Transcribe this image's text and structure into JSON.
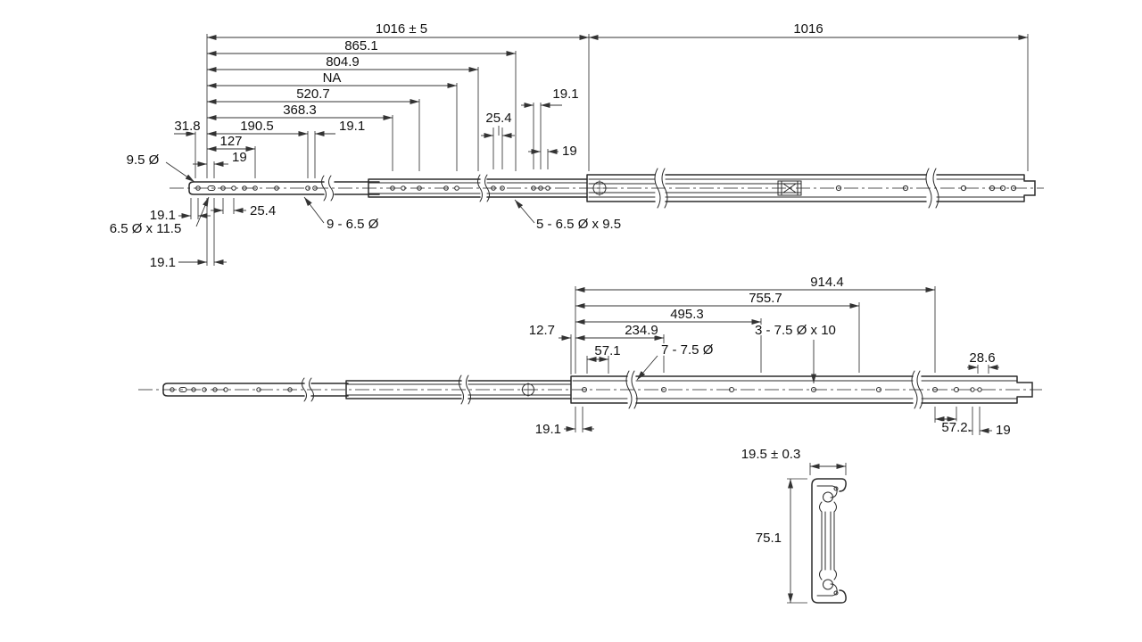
{
  "top": {
    "d1016_tol": "1016 ± 5",
    "d1016": "1016",
    "d865_1": "865.1",
    "d804_9": "804.9",
    "d_na": "NA",
    "d520_7": "520.7",
    "d368_3": "368.3",
    "d190_5": "190.5",
    "d31_8": "31.8",
    "d127": "127",
    "d19": "19",
    "d19_1_top": "19.1",
    "d9_5_dia": "9.5 Ø",
    "d25_4_group": "25.4",
    "d19_1_group": "19.1",
    "d19_group": "19",
    "d19_1_end": "19.1",
    "d25_4_end": "25.4",
    "d_slot": "6.5 Ø x 11.5",
    "d19_1_slot": "19.1",
    "n_holes_9": "9 - 6.5 Ø",
    "n_holes_5": "5 - 6.5 Ø x 9.5"
  },
  "middle": {
    "d914_4": "914.4",
    "d755_7": "755.7",
    "d495_3": "495.3",
    "d234_9": "234.9",
    "d12_7": "12.7",
    "d57_1": "57.1",
    "n_holes_7": "7 - 7.5 Ø",
    "n_holes_3": "3 - 7.5 Ø x 10",
    "d28_6": "28.6",
    "d19_1": "19.1",
    "d57_2": "57.2",
    "d19": "19"
  },
  "section": {
    "d_width": "19.5 ± 0.3",
    "d_height": "75.1"
  }
}
